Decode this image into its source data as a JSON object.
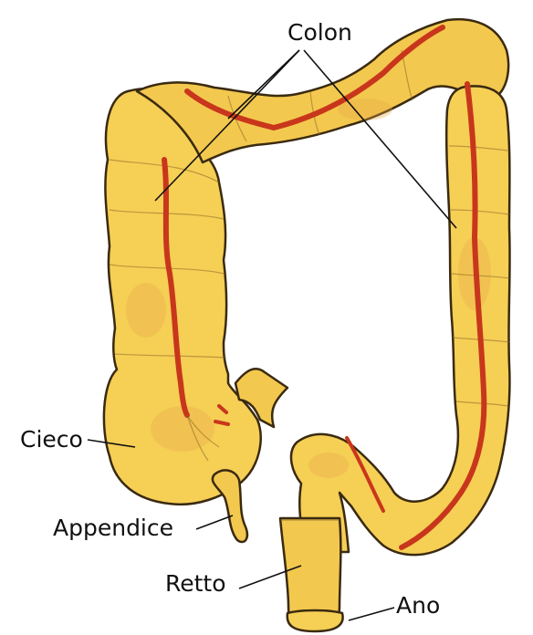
{
  "labels": {
    "colon": "Colon",
    "cieco": "Cieco",
    "appendice": "Appendice",
    "retto": "Retto",
    "ano": "Ano"
  },
  "colors": {
    "tissue": "#F6CF55",
    "vessel": "#C8361C",
    "outline": "#3a2a10"
  }
}
